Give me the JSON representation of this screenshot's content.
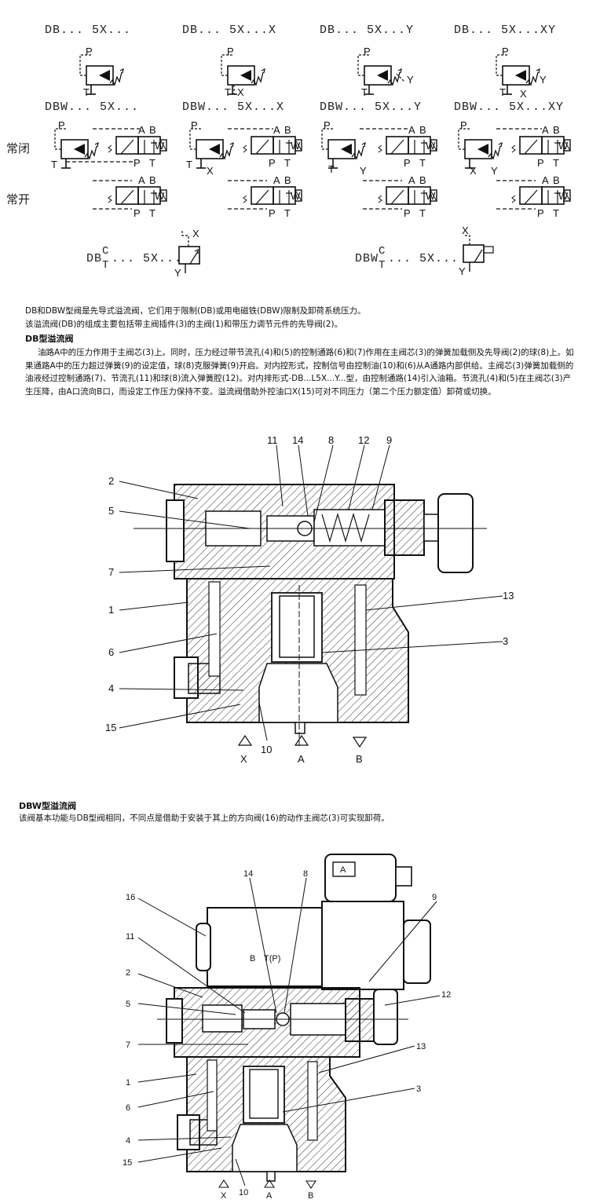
{
  "symbols": {
    "row1": [
      "DB... 5X...",
      "DB... 5X...X",
      "DB... 5X...Y",
      "DB... 5X...XY"
    ],
    "row2": [
      "DBW... 5X...",
      "DBW... 5X...X",
      "DBW... 5X...Y",
      "DBW... 5X...XY"
    ],
    "row3_left": {
      "prefix": "DB",
      "sup": "C",
      "sub": "T",
      "suffix": "... 5X..."
    },
    "row3_right": {
      "prefix": "DBW",
      "sup": "C",
      "sub": "T",
      "suffix": "... 5X..."
    },
    "side_normally_closed": "常闭",
    "side_normally_open": "常开",
    "port_labels": {
      "P": "P",
      "T": "T",
      "X": "X",
      "Y": "Y",
      "A": "A",
      "B": "B",
      "W": "W"
    }
  },
  "description": {
    "line1": "DB和DBW型阀是先导式溢流阀，它们用于限制(DB)或用电磁铁(DBW)限制及卸荷系统压力。",
    "line2": "该溢流阀(DB)的组成主要包括带主阀插件(3)的主阀(1)和带压力调节元件的先导阀(2)。",
    "db_heading": "DB型溢流阀",
    "db_body": "油路A中的压力作用于主阀芯(3)上。同时，压力经过带节流孔(4)和(5)的控制通路(6)和(7)作用在主阀芯(3)的弹簧加载侧及先导阀(2)的球(8)上。如果通路A中的压力超过弹簧(9)的设定值，球(8)克服弹簧(9)开启。对内控形式，控制信号由控制油(10)和(6)从A通路内部供给。主阀芯(3)弹簧加载侧的油液经过控制通路(7)、节流孔(11)和球(8)流入弹簧腔(12)。对内排形式-DB...L5X...Y...型，由控制通路(14)引入油箱。节流孔(4)和(5)在主阀芯(3)产生压降，由A口流向B口，而设定工作压力保持不变。溢流阀借助外控油口X(15)可对不同压力（第二个压力额定值）卸荷或切换。",
    "dbw_heading": "DBW型溢流阀",
    "dbw_body": "该阀基本功能与DB型阀相同，不同点是借助于安装于其上的方向阀(16)的动作主阀芯(3)可实现卸荷。"
  },
  "figure1": {
    "callouts": [
      "11",
      "14",
      "8",
      "12",
      "9",
      "2",
      "5",
      "7",
      "1",
      "13",
      "6",
      "3",
      "4",
      "15",
      "10"
    ],
    "ports": [
      "X",
      "A",
      "B"
    ]
  },
  "figure2": {
    "callouts": [
      "14",
      "8",
      "16",
      "9",
      "11",
      "2",
      "12",
      "5",
      "7",
      "1",
      "13",
      "6",
      "3",
      "4",
      "15",
      "10"
    ],
    "ports": [
      "X",
      "A",
      "B"
    ],
    "solenoid_label": "A",
    "port_b": "B",
    "port_tp": "T(P)"
  }
}
